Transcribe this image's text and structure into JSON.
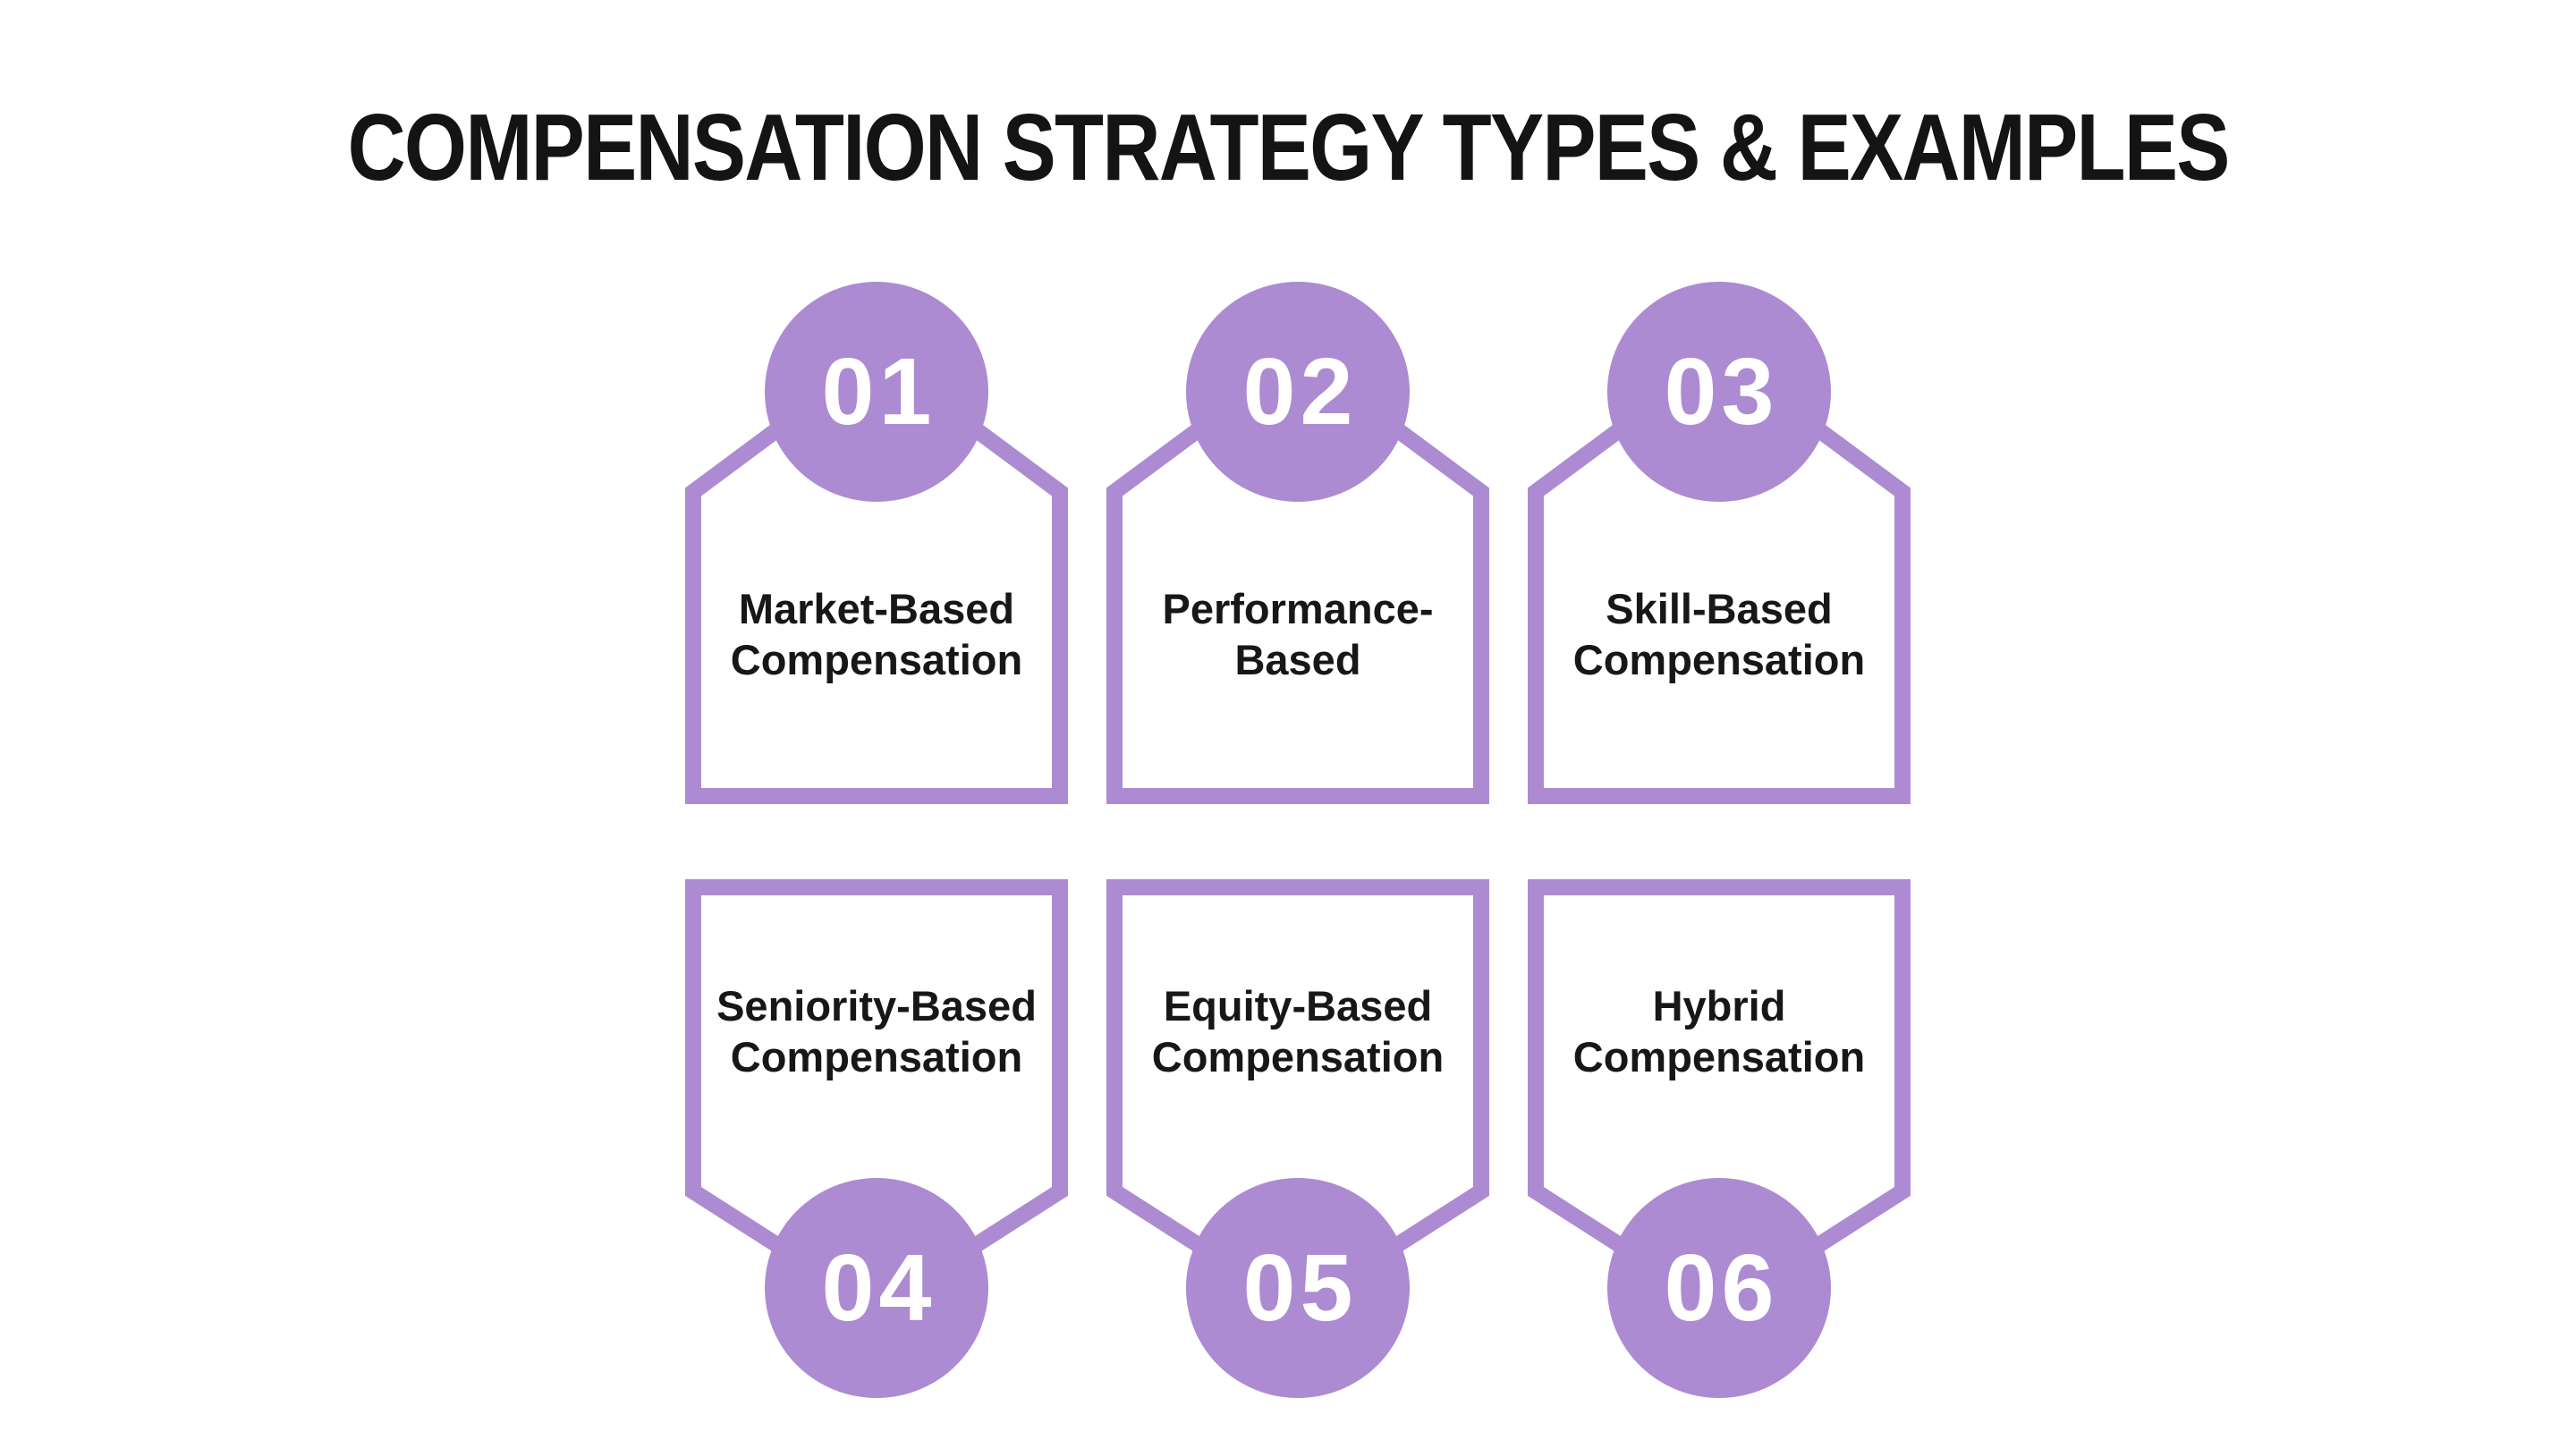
{
  "title": "COMPENSATION STRATEGY TYPES & EXAMPLES",
  "colors": {
    "accent_purple": "#AC8BD2",
    "number_text": "#FFFFFF",
    "label_text": "#171717",
    "title_text": "#141414",
    "background": "#FFFFFF"
  },
  "cards": [
    {
      "number": "01",
      "line1": "Market-Based",
      "line2": "Compensation"
    },
    {
      "number": "02",
      "line1": "Performance-",
      "line2": "Based"
    },
    {
      "number": "03",
      "line1": "Skill-Based",
      "line2": "Compensation"
    },
    {
      "number": "04",
      "line1": "Seniority-Based",
      "line2": "Compensation"
    },
    {
      "number": "05",
      "line1": "Equity-Based",
      "line2": "Compensation"
    },
    {
      "number": "06",
      "line1": "Hybrid",
      "line2": "Compensation"
    }
  ]
}
